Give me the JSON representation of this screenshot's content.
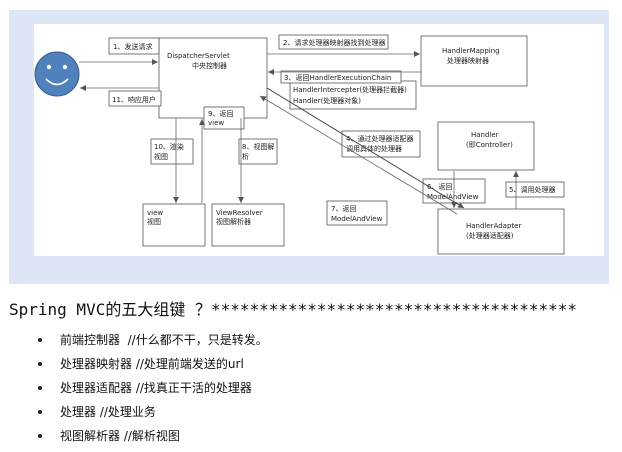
{
  "diagram": {
    "user_label": "",
    "steps": {
      "s1": "1、发送请求",
      "s2": "2、请求处理器映射器找到处理器",
      "s3": "3、返回HandlerExecutionChain",
      "s4_line1": "4、通过处理器适配器",
      "s4_line2": "调用具体的处理器",
      "s5": "5、调用处理器",
      "s6_line1": "6、返回",
      "s6_line2": "ModelAndView",
      "s7_line1": "7、返回",
      "s7_line2": "ModelAndView",
      "s8_line1": "8、视图解",
      "s8_line2": "析",
      "s9_line1": "9、返回",
      "s9_line2": "view",
      "s10_line1": "10、渲染",
      "s10_line2": "视图",
      "s11": "11、响应用户"
    },
    "boxes": {
      "dispatcher_line1": "DispatcherServlet",
      "dispatcher_line2": "中央控制器",
      "mapping_line1": "HandlerMapping",
      "mapping_line2": "处理器映射器",
      "chain_line1": "HandlerIntercepter(处理器拦截器)",
      "chain_line2": "Handler(处理器对象)",
      "handler_line1": "Handler",
      "handler_line2": "(即Controller)",
      "adapter_line1": "HandlerAdapter",
      "adapter_line2": "(处理器适配器)",
      "view_line1": "view",
      "view_line2": "视图",
      "resolver_line1": "ViewResolver",
      "resolver_line2": "视图解析器"
    },
    "colors": {
      "panel_bg": "#dde6f4",
      "user_fill": "#4f81bd",
      "user_stroke": "#385d8a"
    }
  },
  "heading": "Spring MVC的五大组键 ？**************************************",
  "components": [
    "前端控制器  //什么都不干，只是转发。",
    "处理器映射器 //处理前端发送的url",
    "处理器适配器 //找真正干活的处理器",
    "处理器 //处理业务",
    "视图解析器 //解析视图"
  ]
}
